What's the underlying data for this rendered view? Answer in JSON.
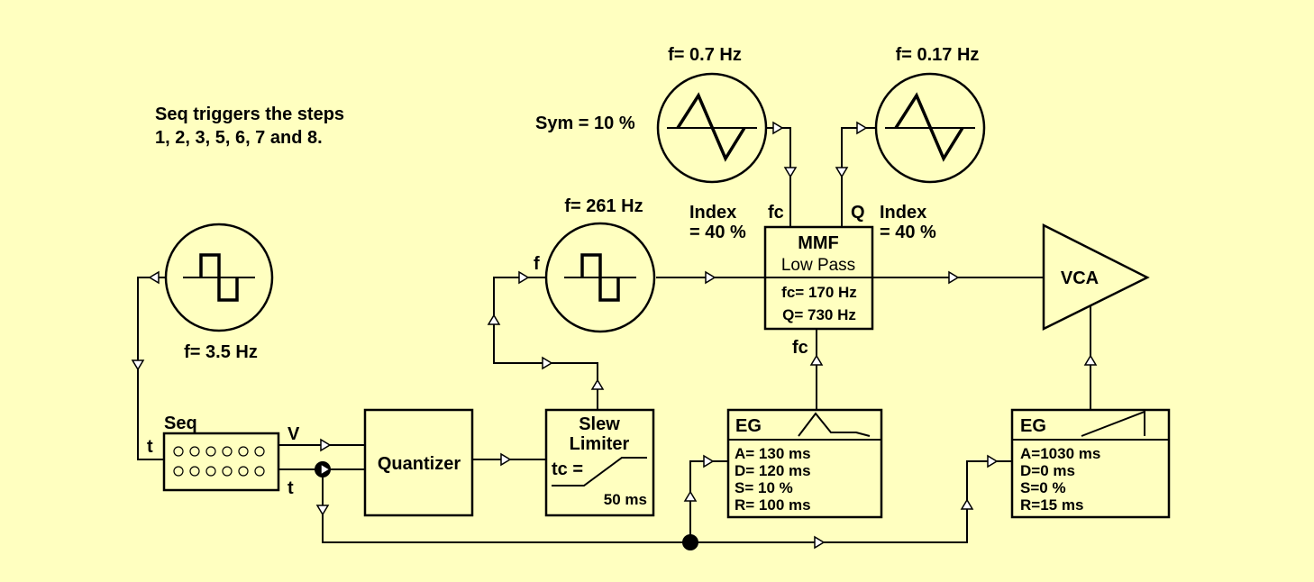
{
  "note": {
    "line1": "Seq triggers the steps",
    "line2": "1, 2, 3, 5, 6, 7 and 8."
  },
  "lfo_sq": {
    "freq": "f= 3.5 Hz"
  },
  "vco": {
    "freq": "f= 261 Hz",
    "input": "f"
  },
  "lfo1": {
    "freq": "f= 0.7 Hz",
    "sym": "Sym = 10 %"
  },
  "lfo2": {
    "freq": "f= 0.17 Hz"
  },
  "seq": {
    "title": "Seq",
    "in_t": "t",
    "out_v": "V",
    "out_t": "t"
  },
  "quantizer": {
    "label": "Quantizer"
  },
  "slew": {
    "line1": "Slew",
    "line2": "Limiter",
    "tc": "tc =",
    "value": "50 ms"
  },
  "mmf": {
    "title": "MMF",
    "mode": "Low Pass",
    "fc": "fc= 170 Hz",
    "q": "Q= 730 Hz",
    "in_fc": "fc",
    "in_q": "Q",
    "in_fc_bottom": "fc",
    "index_left_1": "Index",
    "index_left_2": "= 40 %",
    "index_right_1": "Index",
    "index_right_2": "= 40 %"
  },
  "vca": {
    "label": "VCA"
  },
  "eg1": {
    "title": "EG",
    "a": "A= 130 ms",
    "d": "D= 120 ms",
    "s": "S= 10 %",
    "r": "R= 100 ms"
  },
  "eg2": {
    "title": "EG",
    "a": "A=1030 ms",
    "d": "D=0 ms",
    "s": "S=0 %",
    "r": "R=15 ms"
  }
}
